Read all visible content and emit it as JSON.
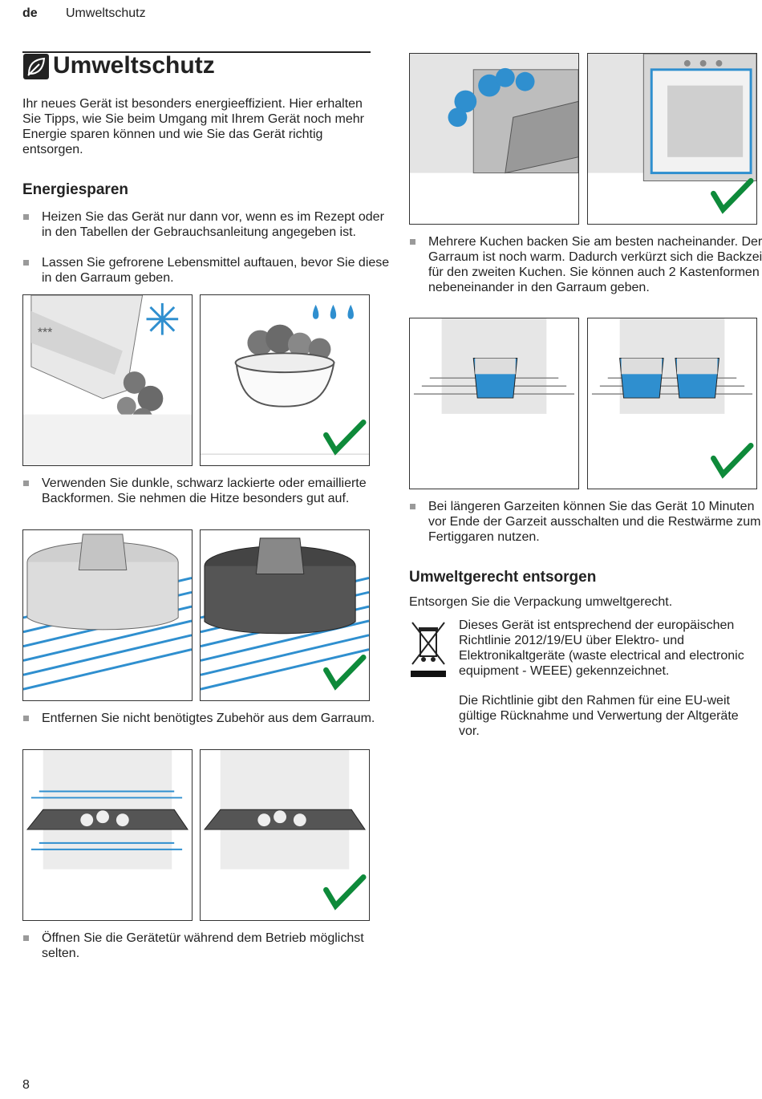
{
  "header": {
    "lang": "de",
    "section": "Umweltschutz"
  },
  "title": "Umweltschutz",
  "intro": "Ihr neues Gerät ist besonders energieeffizient. Hier erhalten Sie Tipps, wie Sie beim Umgang mit Ihrem Gerät noch mehr Energie sparen können und wie Sie das Gerät richtig entsorgen.",
  "energy": {
    "heading": "Energiesparen",
    "bullets": [
      "Heizen Sie das Gerät nur dann vor, wenn es im Rezept oder in den Tabellen der Gebrauchsanleitung angegeben ist.",
      "Lassen Sie gefrorene Lebensmittel auftauen, bevor Sie diese in den Garraum geben.",
      "Verwenden Sie dunkle, schwarz lackierte oder emaillierte Backformen. Sie nehmen die Hitze besonders gut auf.",
      "Entfernen Sie nicht benötigtes Zubehör aus dem Garraum.",
      "Öffnen Sie die Gerätetür während dem Betrieb möglichst selten.",
      "Mehrere Kuchen backen Sie am besten nacheinander. Der Garraum ist noch warm. Dadurch verkürzt sich die Backzeit für den zweiten Kuchen. Sie können auch 2 Kastenformen nebeneinander in den Garraum geben.",
      "Bei längeren Garzeiten können Sie das Gerät 10 Minuten vor Ende der Garzeit ausschalten und die Restwärme zum Fertiggaren nutzen."
    ]
  },
  "disposal": {
    "heading": "Umweltgerecht entsorgen",
    "intro": "Entsorgen Sie die Verpackung umweltgerecht.",
    "text1": "Dieses Gerät ist entsprechend der europäischen Richtlinie 2012/19/EU über Elektro- und Elektronikaltgeräte (waste electrical and electronic equipment - WEEE) gekennzeichnet.",
    "text2": "Die Richtlinie gibt den Rahmen für eine EU-weit gültige Rücknahme und Verwertung der Altgeräte vor."
  },
  "page_number": "8",
  "colors": {
    "accent_blue": "#2f8fcf",
    "check_green": "#0e8a3a",
    "frame": "#333333"
  }
}
